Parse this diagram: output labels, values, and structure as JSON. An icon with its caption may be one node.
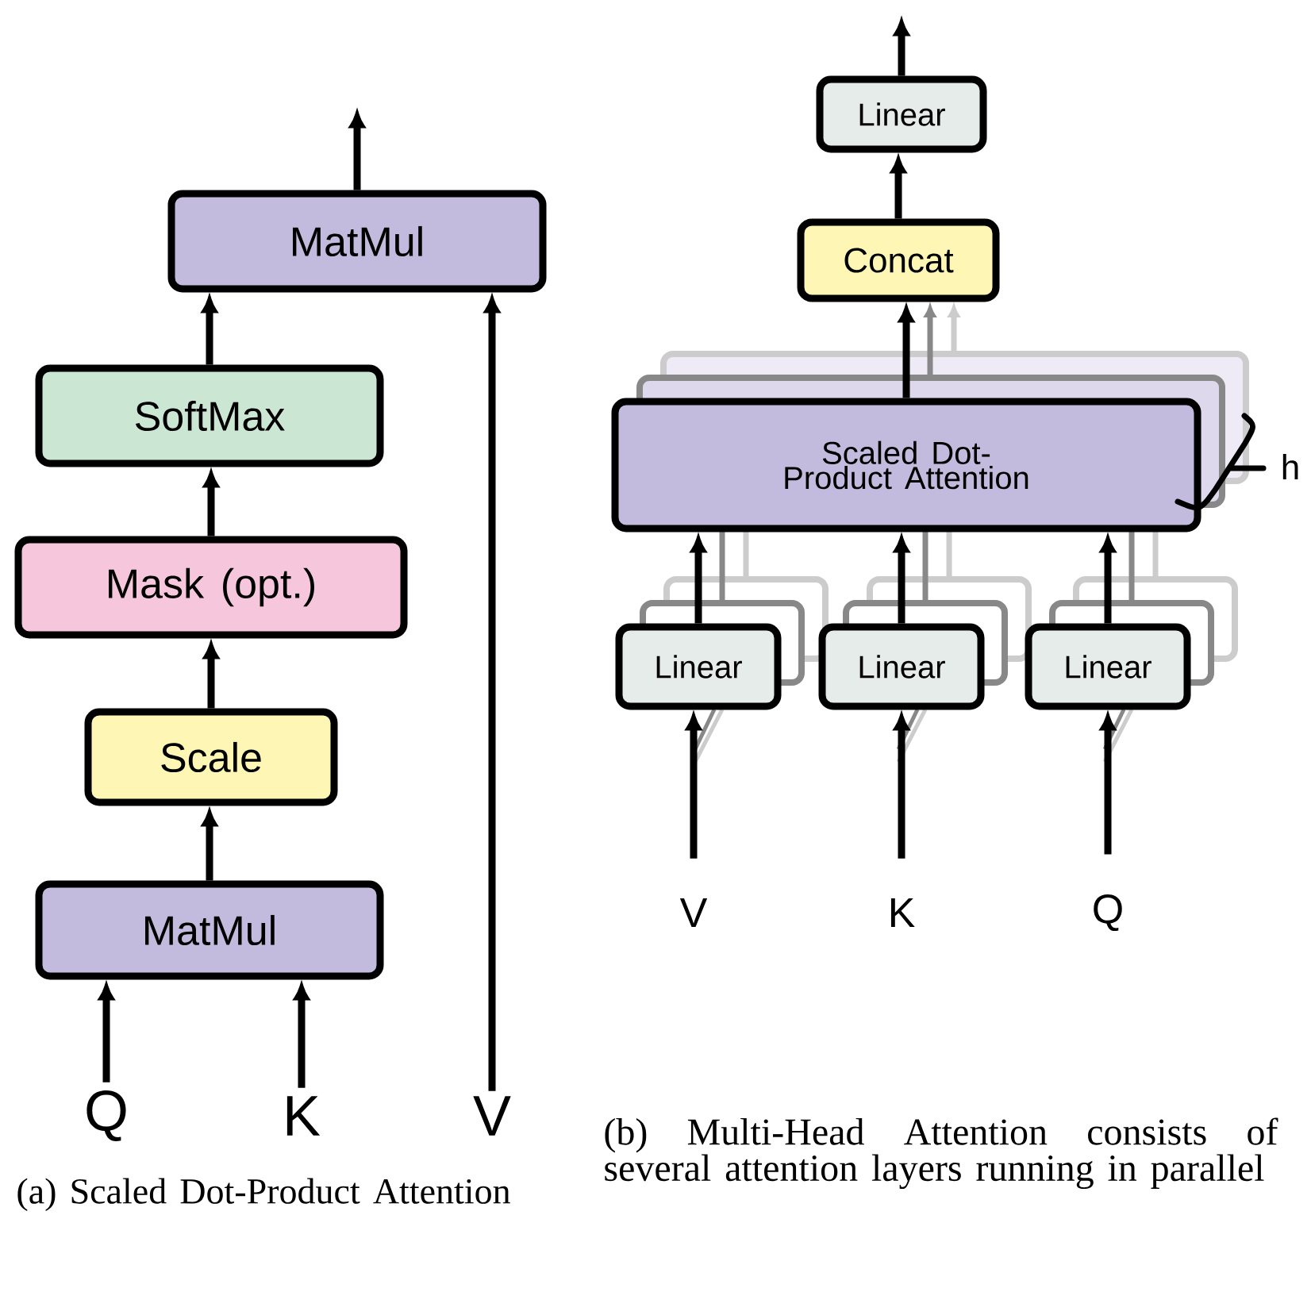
{
  "diagram": {
    "nodes": [
      {
        "text": [
          "MatMul"
        ]
      },
      {
        "text": [
          "SoftMax"
        ]
      },
      {
        "text": [
          "Mask (opt.)"
        ]
      },
      {
        "text": [
          "Scale"
        ]
      },
      {
        "text": [
          "MatMul"
        ]
      },
      {
        "text": [
          "Q"
        ]
      },
      {
        "text": [
          "K"
        ]
      },
      {
        "text": [
          "V"
        ]
      },
      {
        "text": [
          "Linear"
        ]
      },
      {
        "text": [
          "Concat"
        ]
      },
      {
        "text": [
          "Scaled Dot-Product Attention"
        ]
      },
      {
        "text": [
          "Linear"
        ]
      },
      {
        "text": [
          "Linear"
        ]
      },
      {
        "text": [
          "Linear"
        ]
      },
      {
        "text": [
          "V"
        ]
      },
      {
        "text": [
          "K"
        ]
      },
      {
        "text": [
          "Q"
        ]
      }
    ],
    "edges": [
      {
        "from": 0,
        "to": null,
        "arrow": "to"
      },
      {
        "from": 1,
        "to": 0,
        "arrow": "to"
      },
      {
        "from": 2,
        "to": 1,
        "arrow": "to"
      },
      {
        "from": 3,
        "to": 2,
        "arrow": "to"
      },
      {
        "from": 4,
        "to": 3,
        "arrow": "to"
      },
      {
        "from": 5,
        "to": 4,
        "arrow": "to"
      },
      {
        "from": 6,
        "to": 4,
        "arrow": "to"
      },
      {
        "from": 7,
        "to": 0,
        "arrow": "to"
      },
      {
        "from": 8,
        "to": null,
        "arrow": "to"
      },
      {
        "from": 9,
        "to": 8,
        "arrow": "to"
      },
      {
        "from": 10,
        "to": 9,
        "arrow": "to"
      },
      {
        "from": 11,
        "to": 10,
        "arrow": "to"
      },
      {
        "from": 12,
        "to": 10,
        "arrow": "to"
      },
      {
        "from": 13,
        "to": 10,
        "arrow": "to"
      },
      {
        "from": 14,
        "to": 11,
        "arrow": "to"
      },
      {
        "from": 15,
        "to": 12,
        "arrow": "to"
      },
      {
        "from": 16,
        "to": 13,
        "arrow": "to"
      }
    ],
    "labels": [
      "h",
      "(a) Scaled Dot-Product Attention",
      "(b) Multi-Head Attention consists of several attention layers running in parallel"
    ]
  }
}
